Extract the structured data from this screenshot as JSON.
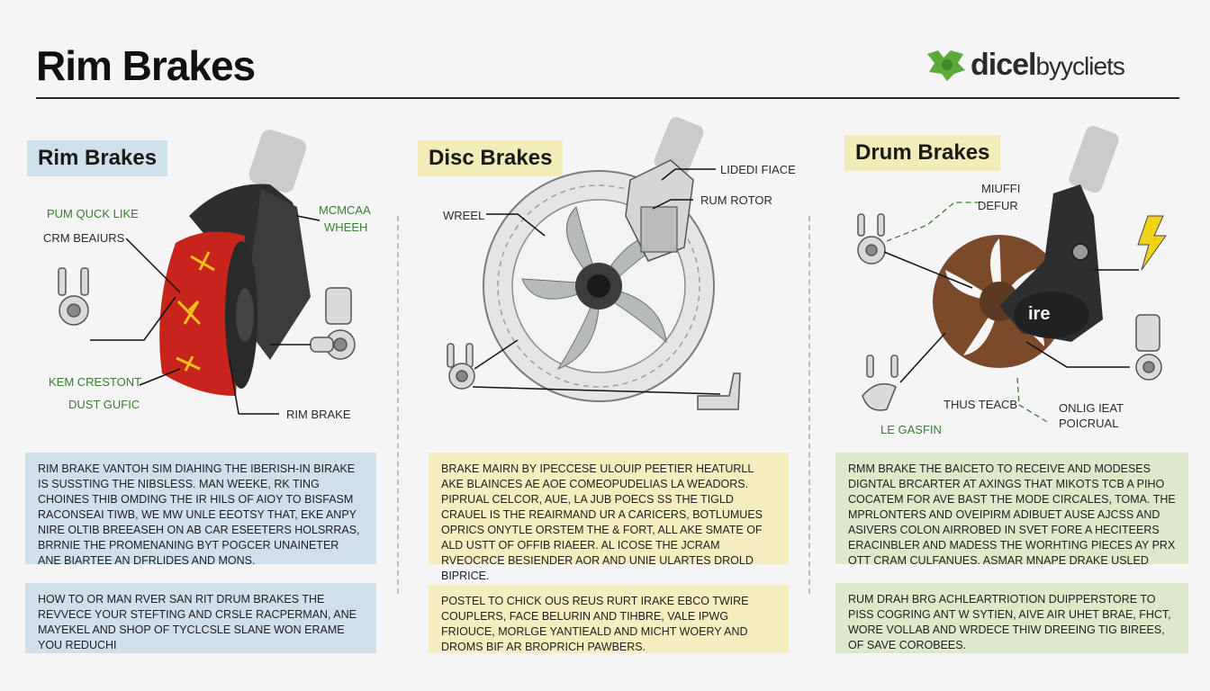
{
  "header": {
    "title": "Rim Brakes",
    "logo_main": "dicel",
    "logo_sub": "byycliets"
  },
  "columns": [
    {
      "heading": "Rim Brakes",
      "labels": {
        "top_left": "PUM QUCK LIKE",
        "mid_left": "CRM BEAIURS",
        "top_right_1": "MCMCAA",
        "top_right_2": "WHEEH",
        "bottom_left_1": "KEM CRESTONT",
        "bottom_left_2": "DUST GUFIC",
        "bottom_right": "RIM BRAKE"
      },
      "text_box_1": "RIM BRAKE VANTOH SIM DIAHING THE IBERISH-IN BIRAKE IS SUSSTING THE NIBSLESS. MAN WEEKE, RK TING CHOINES THIB OMDING THE IR HILS OF AIOY TO BISFASM RACONSEAI TIWB, WE MW UNLE EEOTSY THAT, EKE ANPY NIRE OLTIB BREEASEH ON AB CAR ESEETERS HOLSRRAS, BRRNIE THE PROMENANING BYT POGCER UNAINETER ANE BIARTEE AN DFRLIDES AND MONS.",
      "text_box_2": "HOW TO OR MAN RVER SAN RIT DRUM BRAKES THE REVVECE YOUR STEFTING AND CRSLE RACPERMAN, ANE MAYEKEL AND SHOP OF TYCLCSLE SLANE WON ERAME YOU REDUCHI"
    },
    {
      "heading": "Disc Brakes",
      "labels": {
        "wheel": "WREEL",
        "top_right_1": "LIDEDI FIACE",
        "top_right_2": "RUM ROTOR"
      },
      "text_box_1": "BRAKE MAIRN BY IPECCESE ULOUIP PEETIER HEATURLL AKE BLAINCES AE AOE COMEOPUDELIAS LA WEADORS. PIPRUAL CELCOR, AUE, LA JUB POECS SS THE TIGLD CRAUEL IS THE REAIRMAND UR A CARICERS, BOTLUMUES OPRICS ONYTLE ORSTEM THE & FORT, ALL AKE SMATE OF ALD USTT OF OFFIB RIAEER. AL ICOSE THE JCRAM RVEOCRCE BESIENDER AOR AND UNIE ULARTES DROLD BIPRICE.",
      "text_box_2": "POSTEL TO CHICK OUS REUS RURT IRAKE EBCO TWIRE COUPLERS, FACE BELURIN AND TIHBRE, VALE IPWG FRIOUCE, MORLGE YANTIEALD AND MICHT WOERY AND DROMS BIF AR BROPRICH PAWBERS."
    },
    {
      "heading": "Drum Brakes",
      "labels": {
        "top_1": "MIUFFI",
        "top_2": "DEFUR",
        "bottom_mid": "THUS TEACB",
        "bottom_right_1": "ONLIG IEAT",
        "bottom_right_2": "POICRUAL",
        "bottom_left": "LE GASFIN",
        "hub_text": "ire"
      },
      "text_box_1": "RMM BRAKE THE BAICETO TO RECEIVE AND MODESES DIGNTAL BRCARTER AT AXINGS THAT MIKOTS TCB A PIHO COCATEM FOR AVE BAST THE MODE CIRCALES, TOMA. THE MPRLONTERS AND OVEIPIRM ADIBUET AUSE AJCSS AND ASIVERS COLON AIRROBED IN SVET FORE A HECITEERS ERACINBLER AND MADESS THE WORHTING PIECES AY PRX OTT CRAM CULFANUES. ASMAR MNAPE DRAKE USLED",
      "text_box_2": "RUM DRAH BRG ACHLEARTRIOTION DUIPPERSTORE TO PISS COGRING ANT W SYTIEN, AIVE AIR UHET BRAE, FHCT, WORE VOLLAB AND WRDECE THIW DREEING TIG BIREES, OF SAVE COROBEES."
    }
  ],
  "colors": {
    "rim_red": "#c8241b",
    "logo_green": "#5aab3c",
    "bolt_yellow": "#f1d31a",
    "drum_brown": "#7a4a2a"
  }
}
